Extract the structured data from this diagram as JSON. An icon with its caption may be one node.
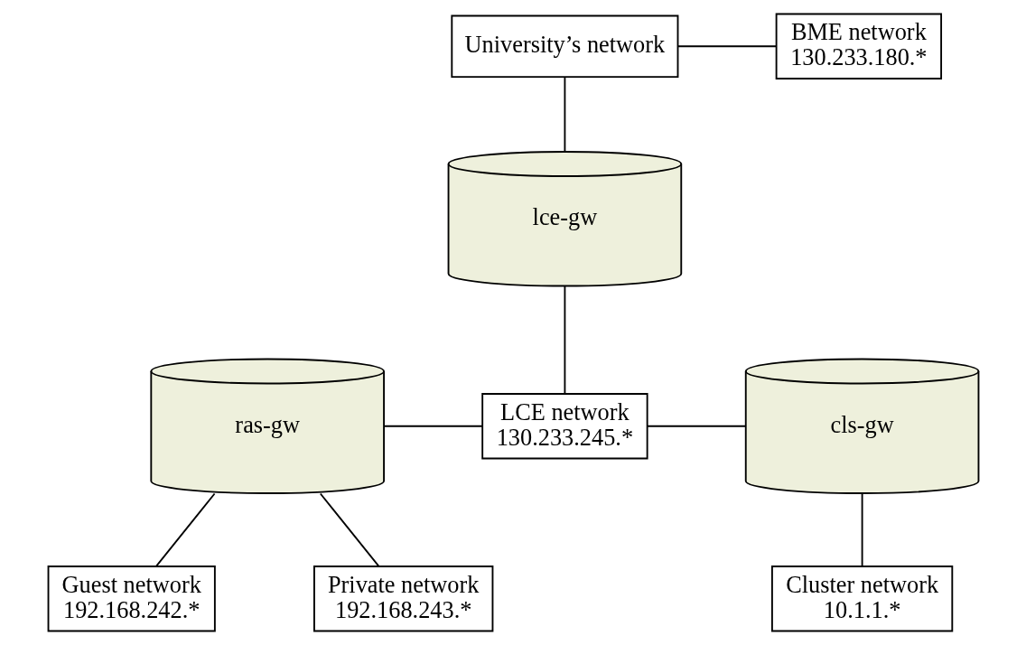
{
  "diagram": {
    "nodes": [
      {
        "text": [
          "University’s network"
        ]
      },
      {
        "text": [
          "BME network",
          "130.233.180.*"
        ]
      },
      {
        "text": [
          "lce-gw"
        ]
      },
      {
        "text": [
          "ras-gw"
        ]
      },
      {
        "text": [
          "LCE network",
          "130.233.245.*"
        ]
      },
      {
        "text": [
          "cls-gw"
        ]
      },
      {
        "text": [
          "Guest network",
          "192.168.242.*"
        ]
      },
      {
        "text": [
          "Private network",
          "192.168.243.*"
        ]
      },
      {
        "text": [
          "Cluster network",
          "10.1.1.*"
        ]
      }
    ],
    "edges": [
      {
        "from": 0,
        "to": 1,
        "arrow": "none"
      },
      {
        "from": 0,
        "to": 2,
        "arrow": "none"
      },
      {
        "from": 2,
        "to": 4,
        "arrow": "none"
      },
      {
        "from": 3,
        "to": 4,
        "arrow": "none"
      },
      {
        "from": 4,
        "to": 5,
        "arrow": "none"
      },
      {
        "from": 3,
        "to": 6,
        "arrow": "none"
      },
      {
        "from": 3,
        "to": 7,
        "arrow": "none"
      },
      {
        "from": 5,
        "to": 8,
        "arrow": "none"
      }
    ]
  }
}
